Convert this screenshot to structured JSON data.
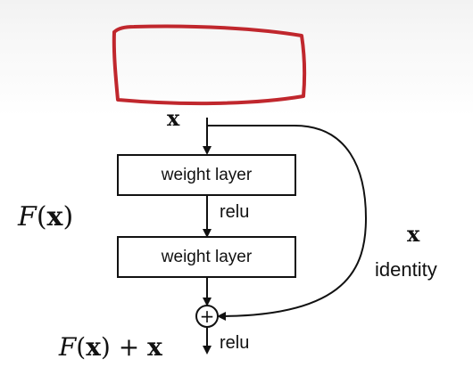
{
  "diagram": {
    "input_label": "x",
    "box1_label": "weight layer",
    "box2_label": "weight layer",
    "relu_mid": "relu",
    "relu_out": "relu",
    "residual_label": {
      "script": "F",
      "open": "(",
      "var": "x",
      "close": ")"
    },
    "output_label": {
      "script": "F",
      "open": "(",
      "var": "x",
      "close": ")",
      "plus": " + ",
      "var2": "x"
    },
    "identity_var": "x",
    "identity_label": "identity",
    "add_symbol": "+",
    "annotation_color": "#c0272d"
  }
}
